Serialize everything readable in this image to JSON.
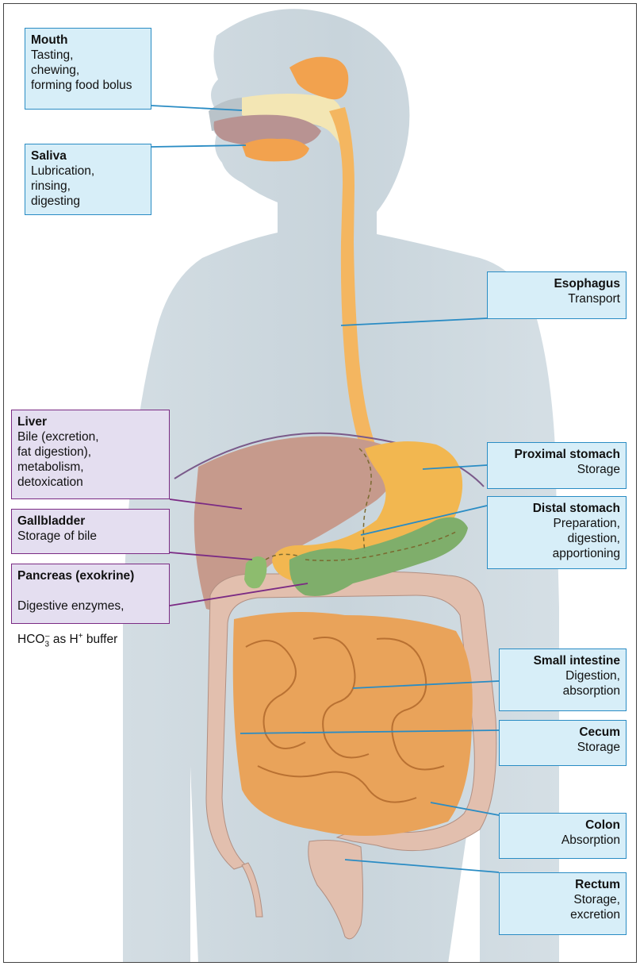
{
  "labels": {
    "mouth": {
      "title": "Mouth",
      "desc": "Tasting,\nchewing,\nforming food bolus"
    },
    "saliva": {
      "title": "Saliva",
      "desc": "Lubrication,\nrinsing,\ndigesting"
    },
    "esophagus": {
      "title": "Esophagus",
      "desc": "Transport"
    },
    "liver": {
      "title": "Liver",
      "desc": "Bile (excretion,\nfat digestion),\nmetabolism,\ndetoxication"
    },
    "proximal_stomach": {
      "title": "Proximal stomach",
      "desc": "Storage"
    },
    "distal_stomach": {
      "title": "Distal stomach",
      "desc": "Preparation,\ndigestion,\napportioning"
    },
    "gallbladder": {
      "title": "Gallbladder",
      "desc": "Storage of bile"
    },
    "pancreas": {
      "title": "Pancreas (exokrine)",
      "desc1": "Digestive enzymes,",
      "hco": "HCO",
      "hco_sub": "3",
      "hco_sup": "–",
      "as": " as H",
      "h_sup": "+",
      "buffer": " buffer"
    },
    "small_intestine": {
      "title": "Small intestine",
      "desc": "Digestion,\nabsorption"
    },
    "cecum": {
      "title": "Cecum",
      "desc": "Storage"
    },
    "colon": {
      "title": "Colon",
      "desc": "Absorption"
    },
    "rectum": {
      "title": "Rectum",
      "desc": "Storage,\nexcretion"
    }
  },
  "colors": {
    "digestive_box": "#d7eef8",
    "digestive_border": "#2a8cc4",
    "gland_box": "#e4def0",
    "gland_border": "#7b2b84"
  }
}
